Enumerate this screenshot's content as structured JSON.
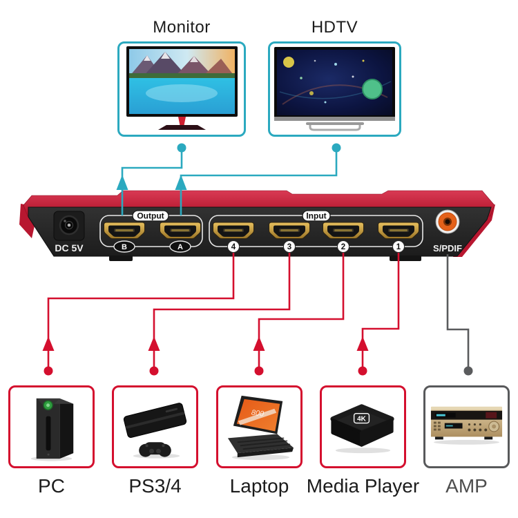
{
  "title_hint": "HDMI matrix switch connection diagram",
  "displays": [
    {
      "id": "monitor",
      "label": "Monitor",
      "connected_output": "B"
    },
    {
      "id": "hdtv",
      "label": "HDTV",
      "connected_output": "A"
    }
  ],
  "device": {
    "dc_label": "DC 5V",
    "output_group_label": "Output",
    "input_group_label": "Input",
    "spdif_label": "S/PDIF",
    "output_ports": [
      "B",
      "A"
    ],
    "input_ports": [
      "4",
      "3",
      "2",
      "1"
    ]
  },
  "sources": [
    {
      "id": "pc",
      "label": "PC",
      "connected_input": "4"
    },
    {
      "id": "ps34",
      "label": "PS3/4",
      "connected_input": "3"
    },
    {
      "id": "laptop",
      "label": "Laptop",
      "screen_text": "800",
      "connected_input": "2"
    },
    {
      "id": "media-player",
      "label": "Media Player",
      "badge": "4K",
      "connected_input": "1"
    },
    {
      "id": "amp",
      "label": "AMP",
      "connected_port": "S/PDIF"
    }
  ],
  "connections": [
    {
      "from": "Output B",
      "to": "Monitor",
      "color": "cyan"
    },
    {
      "from": "Output A",
      "to": "HDTV",
      "color": "cyan"
    },
    {
      "from": "PC",
      "to": "Input 4",
      "color": "red"
    },
    {
      "from": "PS3/4",
      "to": "Input 3",
      "color": "red"
    },
    {
      "from": "Laptop",
      "to": "Input 2",
      "color": "red"
    },
    {
      "from": "Media Player",
      "to": "Input 1",
      "color": "red"
    },
    {
      "from": "AMP",
      "to": "S/PDIF",
      "color": "gray"
    }
  ],
  "colors": {
    "cyan_line": "#2ba9bf",
    "red_line": "#d40f2e",
    "gray_line": "#5a5b5d",
    "device_red": "#c01d38",
    "device_black": "#242424",
    "spdif_orange": "#e4611a",
    "amp_label_gray": "#4d4d4d"
  }
}
